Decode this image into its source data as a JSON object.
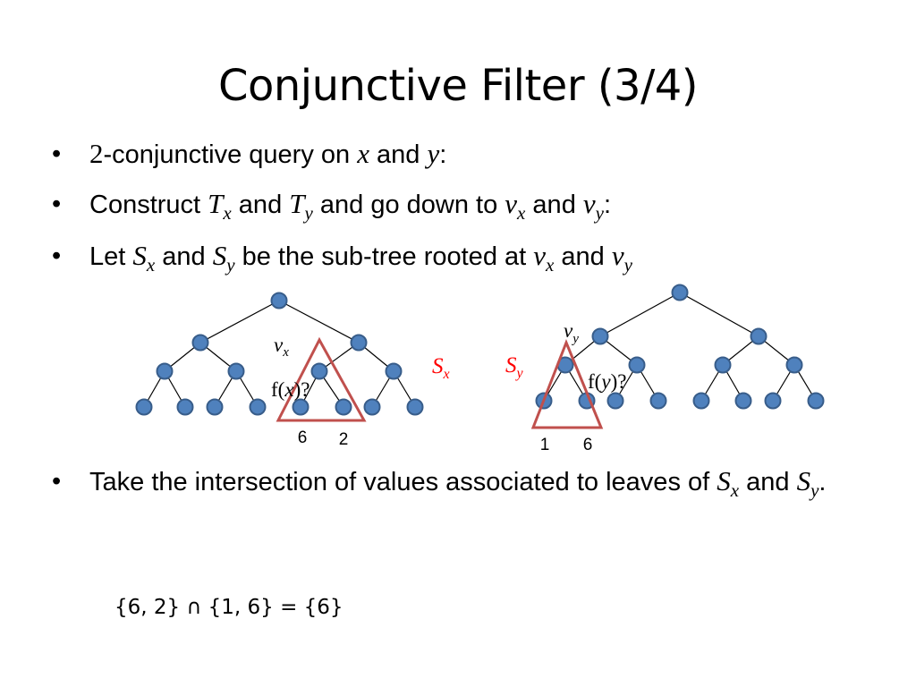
{
  "title": "Conjunctive Filter (3/4)",
  "bullets": [
    {
      "marker": "•",
      "parts": [
        {
          "t": "2",
          "s": "upright-math"
        },
        {
          "t": "-conjunctive query on ",
          "s": "text"
        },
        {
          "t": "x",
          "s": "math"
        },
        {
          "t": " and ",
          "s": "text"
        },
        {
          "t": "y",
          "s": "math"
        },
        {
          "t": ":",
          "s": "text"
        }
      ]
    },
    {
      "marker": "•",
      "parts": [
        {
          "t": "Construct ",
          "s": "text"
        },
        {
          "t": "T",
          "s": "math"
        },
        {
          "t": "x",
          "s": "sub"
        },
        {
          "t": " and ",
          "s": "text"
        },
        {
          "t": "T",
          "s": "math"
        },
        {
          "t": "y",
          "s": "sub"
        },
        {
          "t": " and go down to ",
          "s": "text"
        },
        {
          "t": "v",
          "s": "math"
        },
        {
          "t": "x",
          "s": "sub"
        },
        {
          "t": " and ",
          "s": "text"
        },
        {
          "t": "v",
          "s": "math"
        },
        {
          "t": "y",
          "s": "sub"
        },
        {
          "t": ":",
          "s": "text"
        }
      ]
    },
    {
      "marker": "•",
      "parts": [
        {
          "t": "Let ",
          "s": "text"
        },
        {
          "t": "S",
          "s": "math"
        },
        {
          "t": "x",
          "s": "sub"
        },
        {
          "t": " and ",
          "s": "text"
        },
        {
          "t": "S",
          "s": "math"
        },
        {
          "t": "y",
          "s": "sub"
        },
        {
          "t": " be the sub-tree rooted at ",
          "s": "text"
        },
        {
          "t": "v",
          "s": "math"
        },
        {
          "t": "x",
          "s": "sub"
        },
        {
          "t": " and ",
          "s": "text"
        },
        {
          "t": "v",
          "s": "math"
        },
        {
          "t": "y",
          "s": "sub"
        }
      ]
    },
    {
      "marker": "•",
      "parts": [
        {
          "t": "Take the intersection of values associated to leaves of ",
          "s": "text"
        },
        {
          "t": "S",
          "s": "math"
        },
        {
          "t": "x",
          "s": "sub"
        },
        {
          "t": " and ",
          "s": "text"
        },
        {
          "t": "S",
          "s": "math"
        },
        {
          "t": "y",
          "s": "sub"
        },
        {
          "t": ".",
          "s": "text"
        }
      ]
    }
  ],
  "diagram": {
    "colors": {
      "node_fill": "#4F81BD",
      "node_stroke": "#385D8A",
      "edge": "#000000",
      "highlight": "#C0504D",
      "highlight_text": "#FF0000"
    },
    "left_tree": {
      "node_label": {
        "main": "v",
        "sub": "x"
      },
      "query_label": "f(x)?",
      "query_var": "x",
      "subtree_label": {
        "main": "S",
        "sub": "x"
      },
      "leaf_values": [
        "6",
        "2"
      ]
    },
    "right_tree": {
      "node_label": {
        "main": "v",
        "sub": "y"
      },
      "query_label": "f(y)?",
      "query_var": "y",
      "subtree_label": {
        "main": "S",
        "sub": "y"
      },
      "leaf_values": [
        "1",
        "6"
      ]
    }
  },
  "formula": "{6, 2} ∩ {1, 6} = {6}"
}
